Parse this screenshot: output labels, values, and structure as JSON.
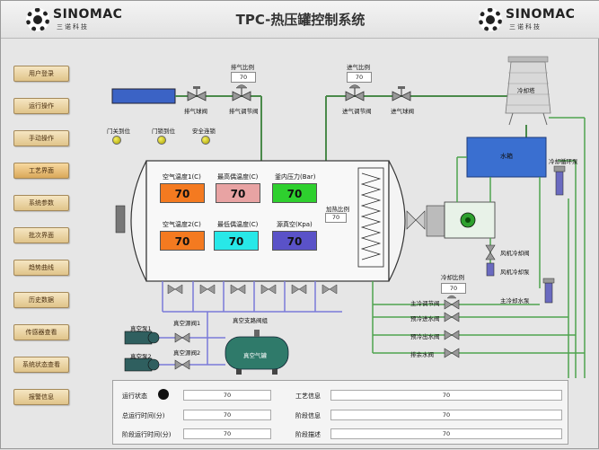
{
  "app": {
    "title": "TPC-热压罐控制系统",
    "brand": "SINOMAC",
    "brand_sub": "三诺科技"
  },
  "nav": [
    "用户登录",
    "运行操作",
    "手动操作",
    "工艺界面",
    "系统参数",
    "批次界面",
    "趋势曲线",
    "历史数据",
    "传感器查看",
    "系统状态查看",
    "报警信息"
  ],
  "top": {
    "exhaust_ratio_label": "排气比例",
    "exhaust_ratio": "70",
    "exhaust_ball_valve": "排气球阀",
    "exhaust_adjust_valve": "排气调节阀",
    "intake_ratio_label": "进气比例",
    "intake_ratio": "70",
    "intake_adjust_valve": "进气调节阀",
    "intake_ball_valve": "进气球阀",
    "cooling_tower": "冷却塔"
  },
  "indicators": [
    "门关到位",
    "门锁到位",
    "安全连锁"
  ],
  "vessel": {
    "air_temp1_label": "空气温度1(C)",
    "air_temp1": "70",
    "max_couple_label": "最高偶温度(C)",
    "max_couple": "70",
    "tank_pressure_label": "釜内压力(Bar)",
    "tank_pressure": "70",
    "air_temp2_label": "空气温度2(C)",
    "air_temp2": "70",
    "min_couple_label": "最低偶温度(C)",
    "min_couple": "70",
    "vacuum_label": "源真空(Kpa)",
    "vacuum": "70",
    "heat_ratio_label": "加热比例",
    "heat_ratio": "70"
  },
  "right": {
    "water_tank": "水箱",
    "cooling_pump": "冷却循环泵",
    "fan_cool_valve": "风机冷却阀",
    "fan_cool_pump": "风机冷却泵",
    "cool_ratio_label": "冷却比例",
    "cool_ratio": "70",
    "main_cool_adjust_valve": "主冷调节阀",
    "main_cool_pump": "主冷却水泵",
    "precool_in_valve": "预冷进水阀",
    "precool_out_valve": "预冷出水阀",
    "drain_valve": "排余水阀"
  },
  "vacuum": {
    "pump1": "真空泵1",
    "pump2": "真空泵2",
    "valve1": "真空源阀1",
    "valve2": "真空源阀2",
    "branch_group": "真空支路阀组",
    "tank": "真空气罐"
  },
  "info": {
    "run_status_label": "运行状态",
    "run_status": "70",
    "total_time_label": "总运行时间(分)",
    "total_time": "70",
    "stage_time_label": "阶段运行时间(分)",
    "stage_time": "70",
    "process_info_label": "工艺信息",
    "process_info": "70",
    "stage_info_label": "阶段信息",
    "stage_info": "70",
    "stage_desc_label": "阶段描述",
    "stage_desc": "70"
  },
  "colors": {
    "air_temp1": "#f47a20",
    "max_couple": "#e8a3a3",
    "tank_pressure": "#2ed02e",
    "air_temp2": "#f47a20",
    "min_couple": "#28e8e8",
    "vacuum": "#5a52c8",
    "pipe_green": "#4fa34f",
    "pipe_blue": "#7a7ad8",
    "water_tank": "#3a6fd0"
  }
}
